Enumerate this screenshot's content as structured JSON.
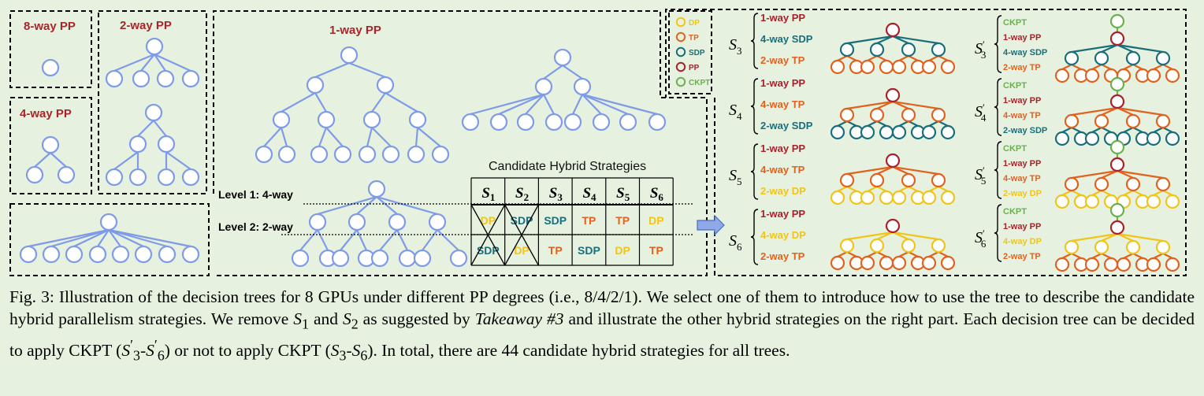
{
  "colors": {
    "background": "#e6f2df",
    "tree_blue": "#7f9be8",
    "dp": "#f0c419",
    "tp": "#e0621e",
    "sdp": "#1a6e7c",
    "pp": "#a7222b",
    "ckpt": "#6ab04c",
    "title_red": "#a8262b"
  },
  "panels": {
    "pp8": "8-way PP",
    "pp2": "2-way PP",
    "pp4": "4-way PP",
    "pp1": "1-way PP"
  },
  "levels": {
    "level1": "Level 1: 4-way",
    "level2": "Level 2: 2-way"
  },
  "legend": {
    "dp": "DP",
    "tp": "TP",
    "sdp": "SDP",
    "pp": "PP",
    "ckpt": "CKPT"
  },
  "table": {
    "title": "Candidate Hybrid Strategies",
    "headers": [
      "S",
      "S",
      "S",
      "S",
      "S",
      "S"
    ],
    "header_subs": [
      "1",
      "2",
      "3",
      "4",
      "5",
      "6"
    ],
    "row1": [
      "DP",
      "SDP",
      "SDP",
      "TP",
      "TP",
      "DP"
    ],
    "row2": [
      "SDP",
      "DP",
      "TP",
      "SDP",
      "DP",
      "TP"
    ]
  },
  "strategies": [
    {
      "label": "S",
      "sub": "3",
      "lines": [
        "1-way PP",
        "4-way SDP",
        "2-way TP"
      ]
    },
    {
      "label": "S",
      "sub": "4",
      "lines": [
        "1-way PP",
        "4-way TP",
        "2-way SDP"
      ]
    },
    {
      "label": "S",
      "sub": "5",
      "lines": [
        "1-way PP",
        "4-way TP",
        "2-way DP"
      ]
    },
    {
      "label": "S",
      "sub": "6",
      "lines": [
        "1-way PP",
        "4-way DP",
        "2-way TP"
      ]
    }
  ],
  "strategies_ckpt": [
    {
      "label": "S",
      "sub": "3",
      "prime": "′",
      "lines": [
        "CKPT",
        "1-way PP",
        "4-way SDP",
        "2-way TP"
      ]
    },
    {
      "label": "S",
      "sub": "4",
      "prime": "′",
      "lines": [
        "CKPT",
        "1-way PP",
        "4-way TP",
        "2-way SDP"
      ]
    },
    {
      "label": "S",
      "sub": "5",
      "prime": "′",
      "lines": [
        "CKPT",
        "1-way PP",
        "4-way TP",
        "2-way DP"
      ]
    },
    {
      "label": "S",
      "sub": "6",
      "prime": "′",
      "lines": [
        "CKPT",
        "1-way PP",
        "4-way DP",
        "2-way TP"
      ]
    }
  ],
  "caption": {
    "p1": "Fig. 3: Illustration of the decision trees for 8 GPUs under different PP degrees (i.e., 8/4/2/1). We select one of them to introduce how to use the tree to describe the candidate hybrid parallelism strategies. We remove ",
    "s1": "S",
    "s1sub": "1",
    "and": " and ",
    "s2": "S",
    "s2sub": "2",
    "p2": " as suggested by ",
    "takeaway": "Takeaway #3",
    "p3": " and illustrate the other hybrid strategies on the right part. Each decision tree can be decided to apply CKPT (",
    "r1": "S",
    "r1sub": "3",
    "r1prime": "′",
    "dash": "-",
    "r2": "S",
    "r2sub": "6",
    "r2prime": "′",
    "p4": ") or not to apply CKPT (",
    "r3": "S",
    "r3sub": "3",
    "dash2": "-",
    "r4": "S",
    "r4sub": "6",
    "p5": "). In total, there are 44 candidate hybrid strategies for all trees."
  }
}
